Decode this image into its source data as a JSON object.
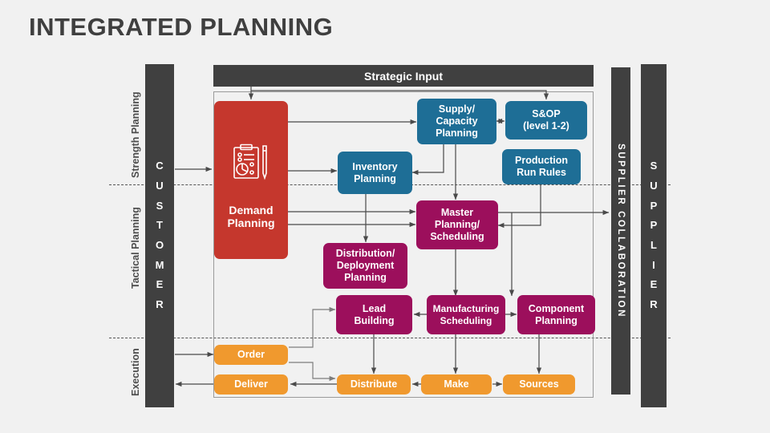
{
  "page": {
    "title": "INTEGRATED PLANNING",
    "background": "#f1f1f1"
  },
  "colors": {
    "dark": "#404040",
    "blue": "#1e6e96",
    "magenta": "#9c0f5c",
    "orange": "#f0992e",
    "red": "#c5372d",
    "title_text": "#3f3f3f",
    "lane_label": "#4d4d4d"
  },
  "header": {
    "strategic_input": "Strategic Input"
  },
  "lanes": [
    {
      "label": "Strength Planning"
    },
    {
      "label": "Tactical Planning"
    },
    {
      "label": "Execution"
    }
  ],
  "sidebars": {
    "customer": "CUSTOMER",
    "supplier_collaboration": "SUPPLIER COLLABORATION",
    "supplier": "SUPPLIER"
  },
  "nodes": {
    "demand_planning": {
      "label": "Demand\nPlanning",
      "line1": "Demand",
      "line2": "Planning",
      "color": "red",
      "icon": "clipboard-chart-pen-icon"
    },
    "supply_capacity_planning": {
      "line1": "Supply/",
      "line2": "Capacity",
      "line3": "Planning",
      "color": "blue"
    },
    "sop": {
      "line1": "S&OP",
      "line2": "(level 1-2)",
      "color": "blue"
    },
    "inventory_planning": {
      "line1": "Inventory",
      "line2": "Planning",
      "color": "blue"
    },
    "production_run_rules": {
      "line1": "Production",
      "line2": "Run Rules",
      "color": "blue"
    },
    "master_planning_scheduling": {
      "line1": "Master",
      "line2": "Planning/",
      "line3": "Scheduling",
      "color": "magenta"
    },
    "distribution_deployment_planning": {
      "line1": "Distribution/",
      "line2": "Deployment",
      "line3": "Planning",
      "color": "magenta"
    },
    "lead_building": {
      "line1": "Lead",
      "line2": "Building",
      "color": "magenta"
    },
    "manufacturing_scheduling": {
      "line1": "Manufacturing",
      "line2": "Scheduling",
      "color": "magenta"
    },
    "component_planning": {
      "line1": "Component",
      "line2": "Planning",
      "color": "magenta"
    },
    "order": {
      "line1": "Order",
      "color": "orange"
    },
    "deliver": {
      "line1": "Deliver",
      "color": "orange"
    },
    "distribute": {
      "line1": "Distribute",
      "color": "orange"
    },
    "make": {
      "line1": "Make",
      "color": "orange"
    },
    "sources": {
      "line1": "Sources",
      "color": "orange"
    }
  }
}
